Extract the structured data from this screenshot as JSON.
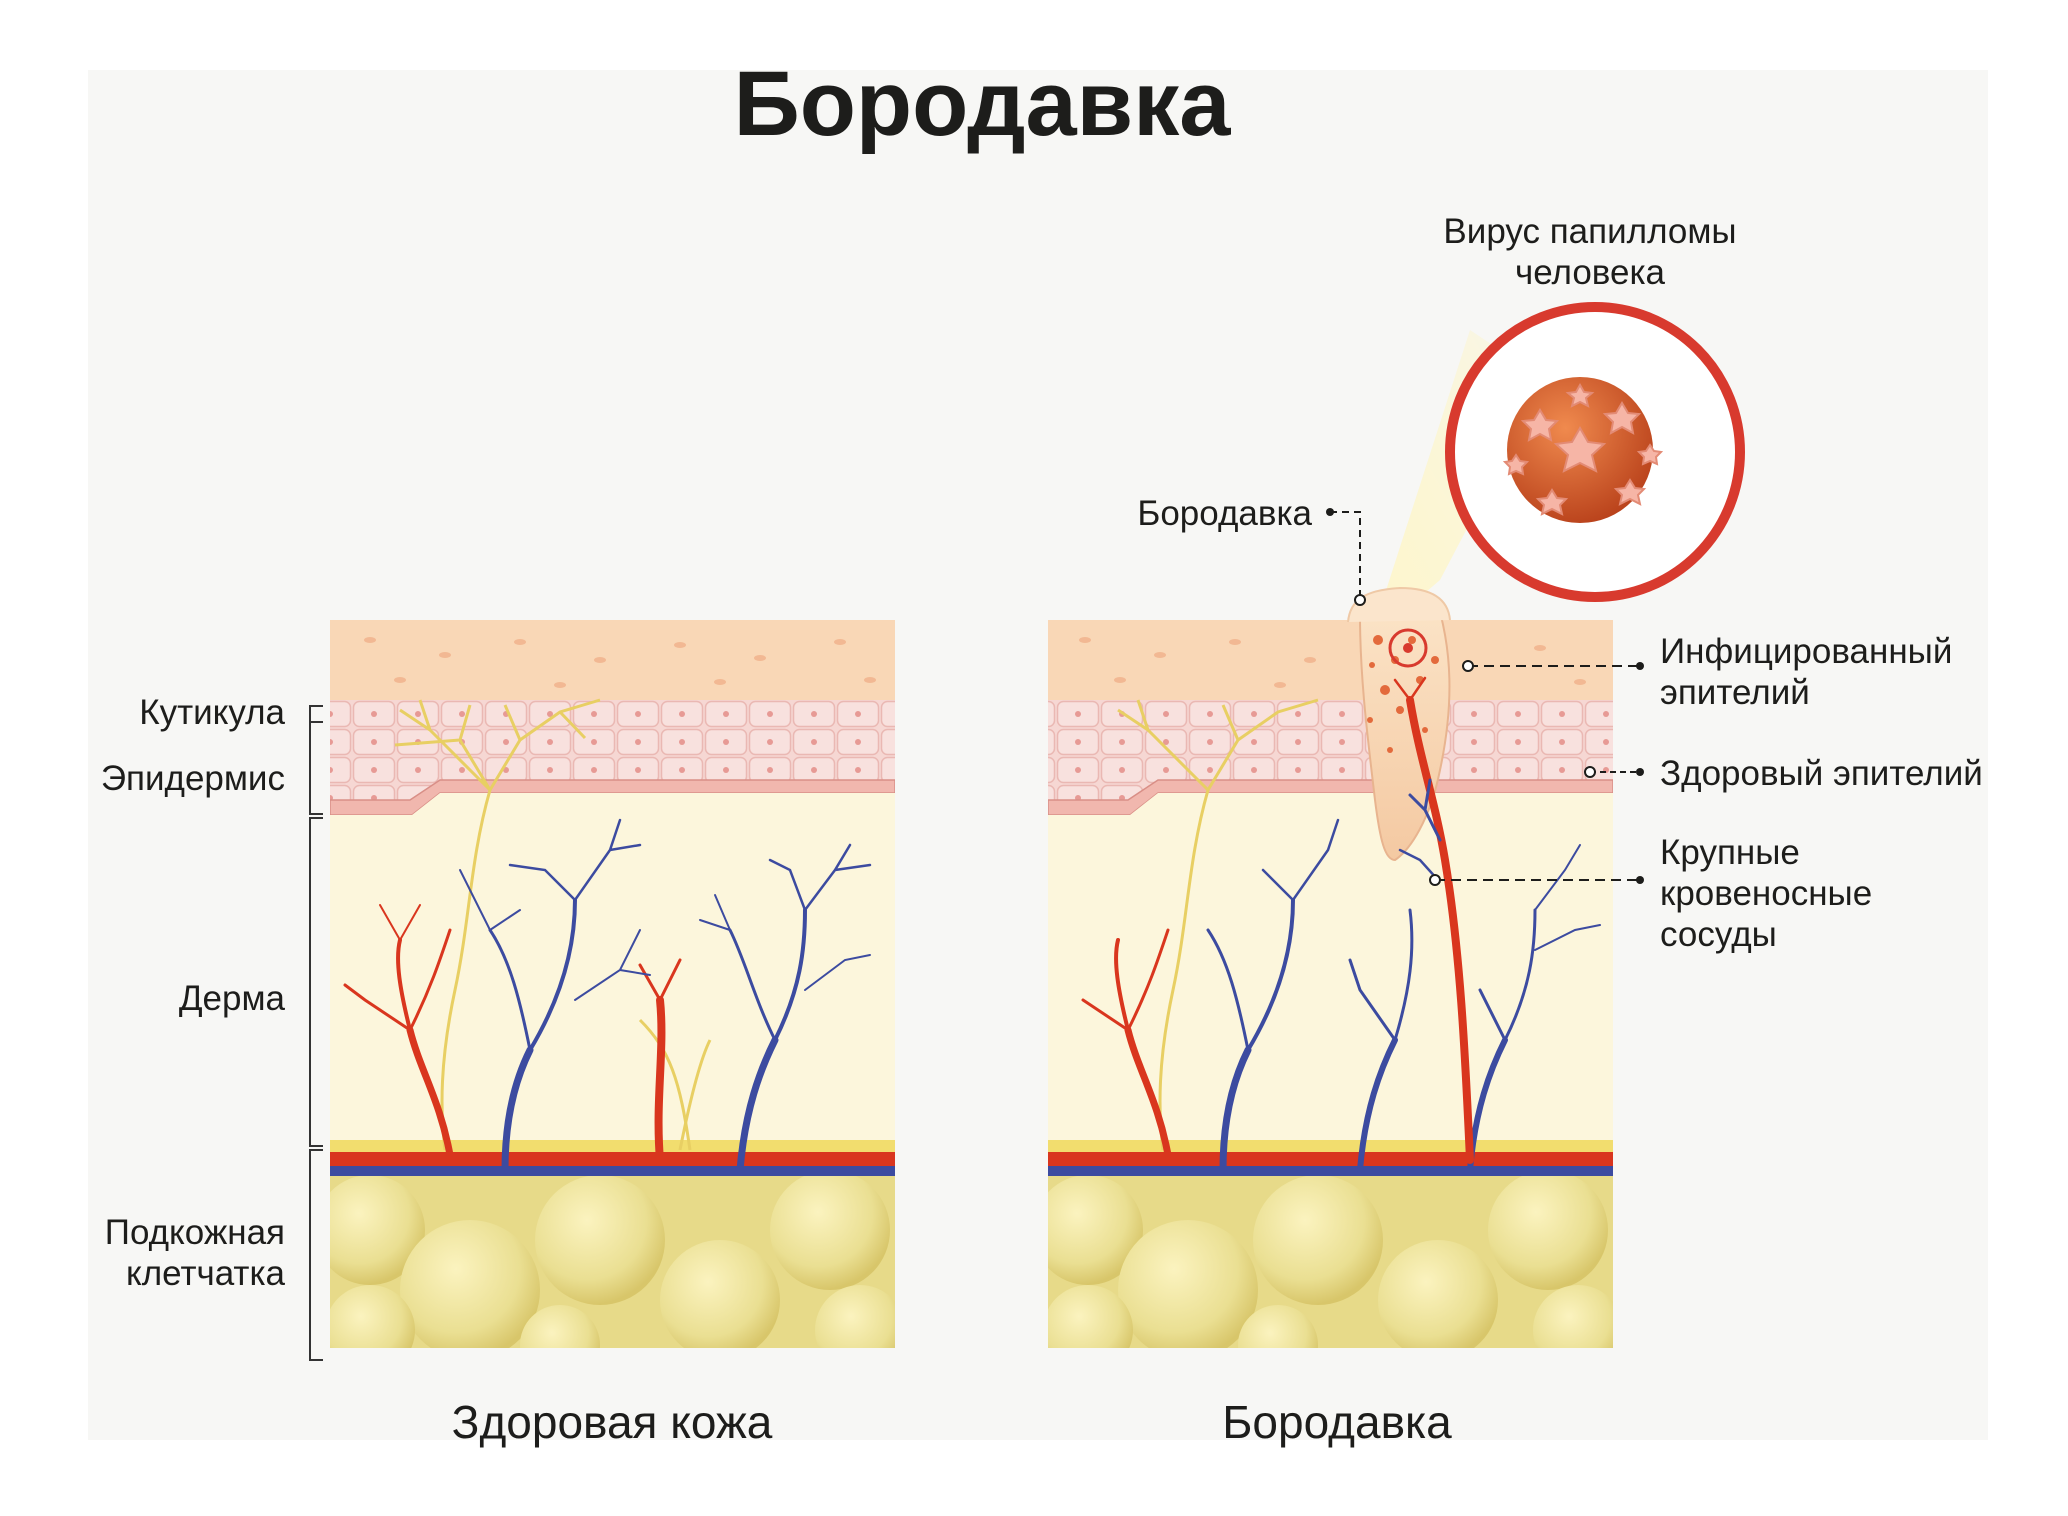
{
  "title": "Бородавка",
  "left_panel": {
    "caption": "Здоровая кожа",
    "layers": {
      "cuticle": "Кутикула",
      "epidermis": "Эпидермис",
      "dermis": "Дерма",
      "subcutis_line1": "Подкожная",
      "subcutis_line2": "клетчатка"
    }
  },
  "right_panel": {
    "caption": "Бородавка",
    "labels": {
      "virus_line1": "Вирус папилломы",
      "virus_line2": "человека",
      "wart": "Бородавка",
      "infected_line1": "Инфицированный",
      "infected_line2": "эпителий",
      "healthy": "Здоровый эпителий",
      "vessels_line1": "Крупные",
      "vessels_line2": "кровеносные",
      "vessels_line3": "сосуды"
    }
  },
  "colors": {
    "background_panel": "#f7f7f5",
    "cuticle": "#f9d6b5",
    "epidermis": "#f6d6d2",
    "dermis": "#fcf6dc",
    "fat": "#eadc8c",
    "artery": "#d9361e",
    "vein": "#3c4ba0",
    "nerve": "#e8d36a",
    "virus": "#dc5a2d",
    "ring": "#d83a2e"
  }
}
